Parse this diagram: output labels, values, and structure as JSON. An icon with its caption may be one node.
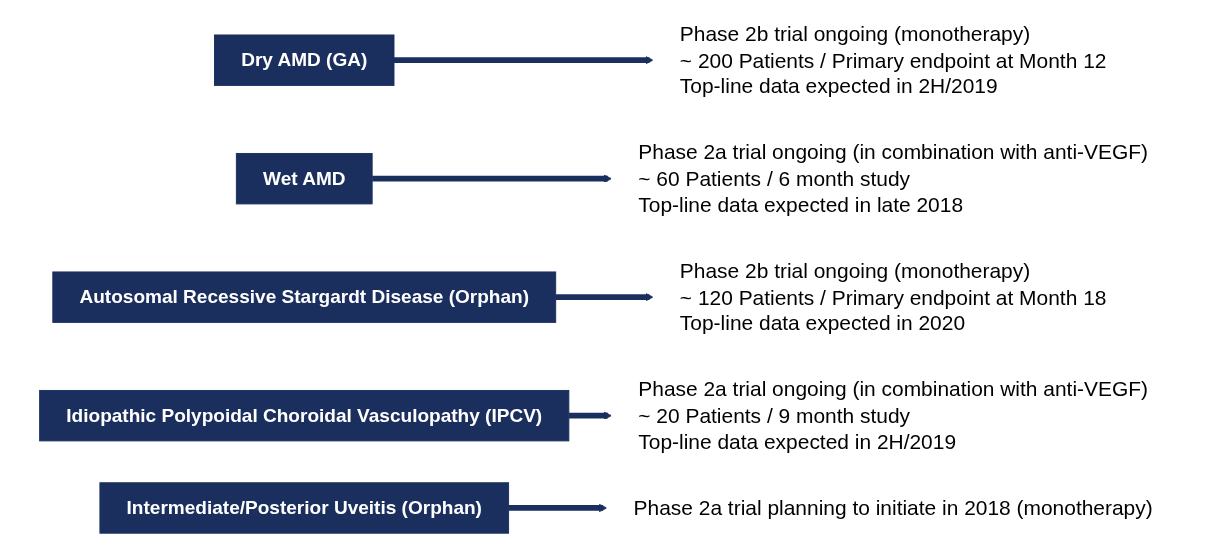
{
  "diagram": {
    "nodes": [
      {
        "text": [
          "Dry AMD (GA)"
        ]
      },
      {
        "text": [
          "Phase 2b trial ongoing (monotherapy)",
          "~ 200 Patients / Primary endpoint at Month 12",
          "Top-line data expected in 2H/2019"
        ]
      },
      {
        "text": [
          "Wet AMD"
        ]
      },
      {
        "text": [
          "Phase 2a trial ongoing (in combination with anti-VEGF)",
          "~ 60 Patients / 6 month study",
          "Top-line data expected in late 2018"
        ]
      },
      {
        "text": [
          "Autosomal Recessive Stargardt Disease (Orphan)"
        ]
      },
      {
        "text": [
          "Phase 2b trial ongoing (monotherapy)",
          "~ 120 Patients / Primary endpoint at Month 18",
          "Top-line data expected in 2020"
        ]
      },
      {
        "text": [
          "Idiopathic Polypoidal Choroidal Vasculopathy (IPCV)"
        ]
      },
      {
        "text": [
          "Phase 2a trial ongoing (in combination with anti-VEGF)",
          "~ 20 Patients / 9 month study",
          "Top-line data expected in 2H/2019"
        ]
      },
      {
        "text": [
          "Intermediate/Posterior Uveitis (Orphan)"
        ]
      },
      {
        "text": [
          "Phase 2a trial planning to initiate in 2018 (monotherapy)"
        ]
      }
    ],
    "edges": [
      {
        "from": 0,
        "to": 1,
        "arrow": "to"
      },
      {
        "from": 2,
        "to": 3,
        "arrow": "to"
      },
      {
        "from": 4,
        "to": 5,
        "arrow": "to"
      },
      {
        "from": 6,
        "to": 7,
        "arrow": "to"
      },
      {
        "from": 8,
        "to": 9,
        "arrow": "to"
      }
    ]
  }
}
